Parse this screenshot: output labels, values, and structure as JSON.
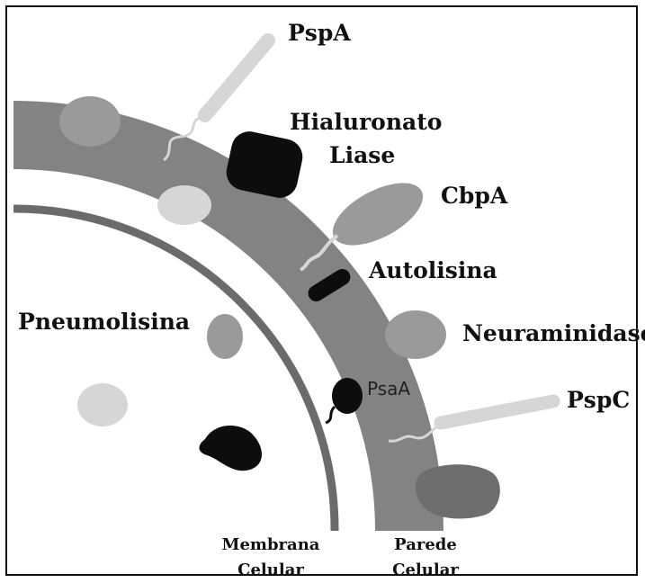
{
  "colors": {
    "cell_wall": "#838383",
    "membrane": "#6b6b6b",
    "protein_gray": "#9a9a9a",
    "protein_light": "#d6d6d6",
    "protein_dark": "#0d0d0d",
    "protein_darkgray": "#6e6e6e",
    "frame": "#111111"
  },
  "labels": {
    "pspa": "PspA",
    "hialuronato_1": "Hialuronato",
    "hialuronato_2": "Liase",
    "cbpa": "CbpA",
    "autolisina": "Autolisina",
    "pneumolisina": "Pneumolisina",
    "neuraminidase": "Neuraminidase",
    "psaa": "PsaA",
    "pspc": "PspC",
    "membrana_1": "Membrana",
    "membrana_2": "Celular",
    "parede_1": "Parede",
    "parede_2": "Celular"
  },
  "icons": [
    "pspa-shape",
    "hialuronato-liase-shape",
    "cbpa-shape",
    "autolisina-shape",
    "pneumolisina-shape",
    "neuraminidase-shape",
    "psaa-shape",
    "pspc-shape"
  ]
}
